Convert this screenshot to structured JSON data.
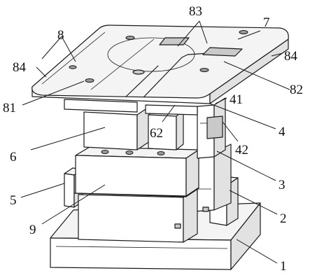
{
  "labels": {
    "l8": "8",
    "l83": "83",
    "l7": "7",
    "l84_left": "84",
    "l84_right": "84",
    "l82": "82",
    "l81": "81",
    "l41": "41",
    "l62": "62",
    "l4": "4",
    "l6": "6",
    "l42": "42",
    "l3": "3",
    "l5": "5",
    "l9": "9",
    "l2": "2",
    "l1": "1"
  }
}
